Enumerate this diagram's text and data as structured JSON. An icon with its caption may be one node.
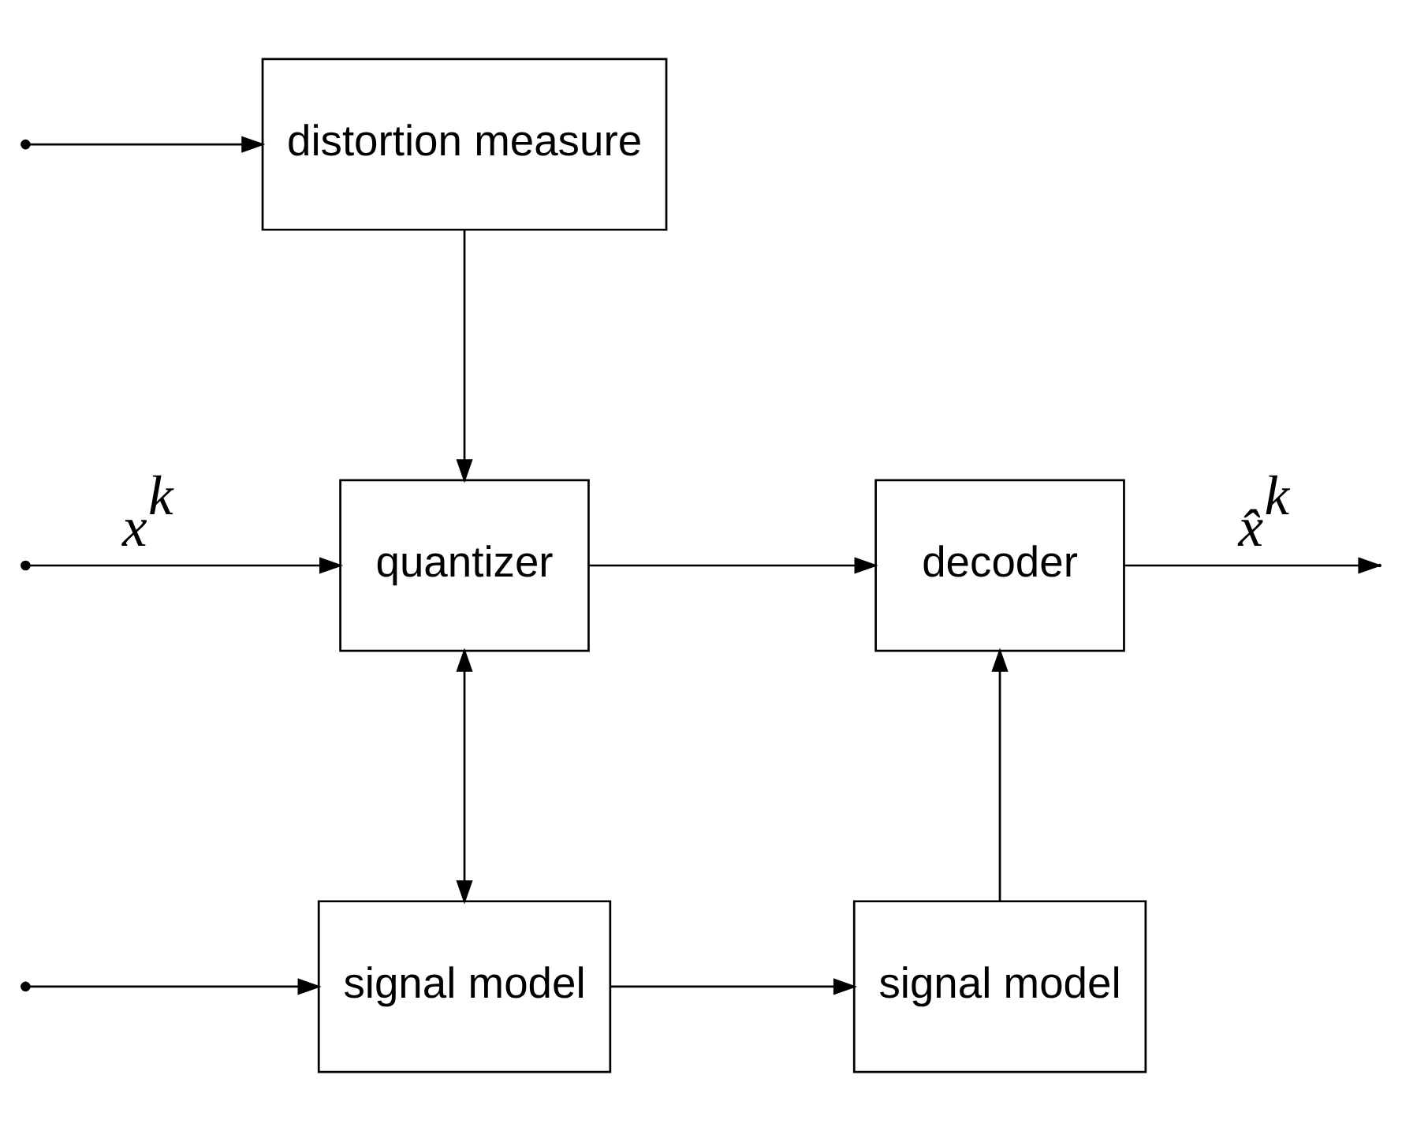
{
  "diagram": {
    "nodes": [
      {
        "text": [
          "distortion measure"
        ]
      },
      {
        "text": [
          "quantizer"
        ]
      },
      {
        "text": [
          "decoder"
        ]
      },
      {
        "text": [
          "signal model"
        ]
      },
      {
        "text": [
          "signal model"
        ]
      }
    ],
    "edges": [
      {
        "from": null,
        "to": 0,
        "arrow": "to"
      },
      {
        "from": null,
        "to": 1,
        "arrow": "to",
        "label": "x$^{k}$"
      },
      {
        "from": null,
        "to": 3,
        "arrow": "to"
      },
      {
        "from": 0,
        "to": 1,
        "arrow": "to"
      },
      {
        "from": 1,
        "to": 2,
        "arrow": "to"
      },
      {
        "from": 1,
        "to": 3,
        "arrow": "both"
      },
      {
        "from": 3,
        "to": 4,
        "arrow": "to"
      },
      {
        "from": 4,
        "to": 2,
        "arrow": "to"
      },
      {
        "from": 2,
        "to": null,
        "arrow": "to",
        "label": "x̂$^{k}$"
      }
    ]
  }
}
